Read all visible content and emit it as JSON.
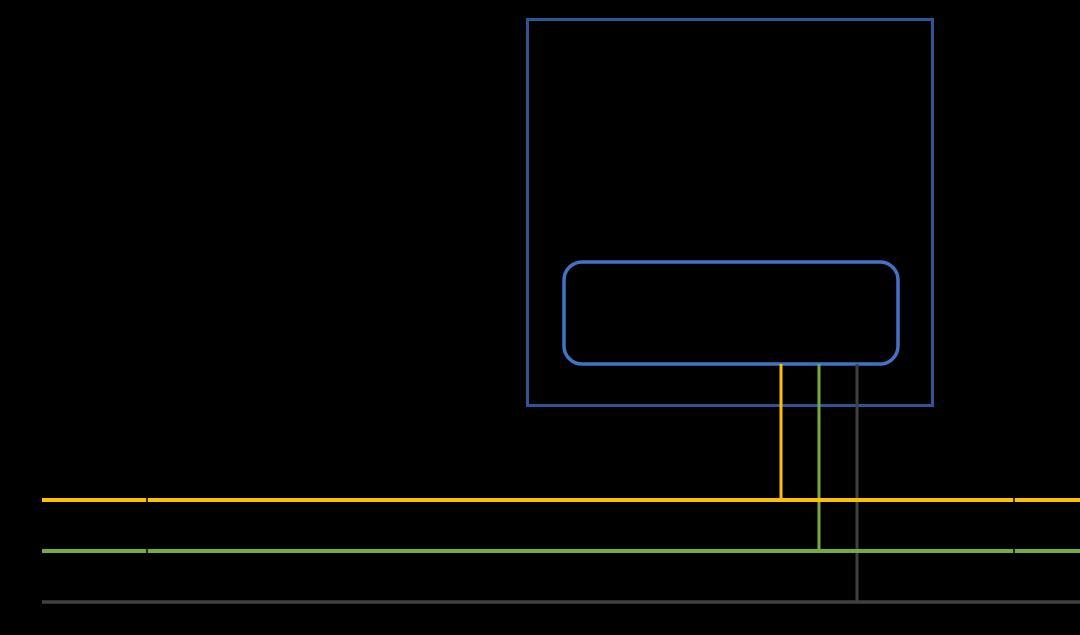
{
  "diagram": {
    "background": "#000000",
    "colors": {
      "enclosure": "#2F5597",
      "module": "#4472C4",
      "yellow_wire": "#FFC000",
      "green_wire": "#70AD47",
      "gray_wire": "#404040",
      "tick": "#000000"
    },
    "wires": [
      {
        "id": "yellow",
        "label": ""
      },
      {
        "id": "green",
        "label": ""
      },
      {
        "id": "gray",
        "label": ""
      }
    ]
  }
}
